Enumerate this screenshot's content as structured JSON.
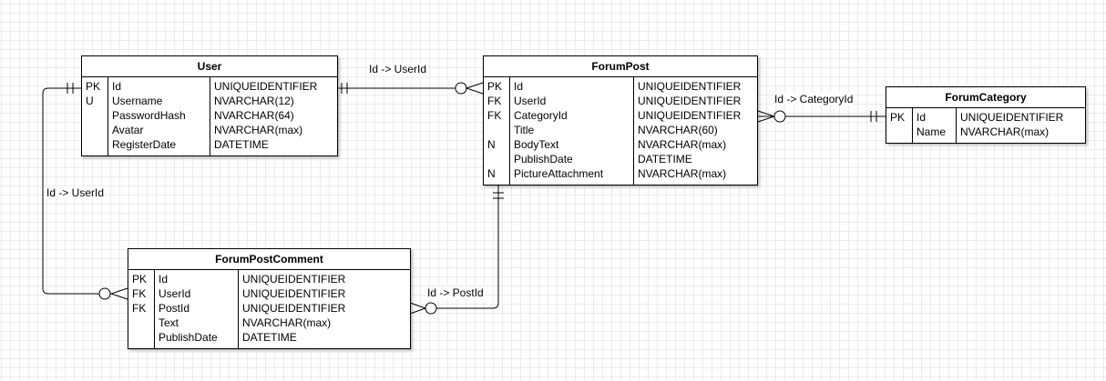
{
  "entities": {
    "user": {
      "title": "User",
      "rows": [
        {
          "key": "PK",
          "name": "Id",
          "type": "UNIQUEIDENTIFIER"
        },
        {
          "key": "U",
          "name": "Username",
          "type": "NVARCHAR(12)"
        },
        {
          "key": "",
          "name": "PasswordHash",
          "type": "NVARCHAR(64)"
        },
        {
          "key": "",
          "name": "Avatar",
          "type": "NVARCHAR(max)"
        },
        {
          "key": "",
          "name": "RegisterDate",
          "type": "DATETIME"
        }
      ]
    },
    "forum_post": {
      "title": "ForumPost",
      "rows": [
        {
          "key": "PK",
          "name": "Id",
          "type": "UNIQUEIDENTIFIER"
        },
        {
          "key": "FK",
          "name": "UserId",
          "type": "UNIQUEIDENTIFIER"
        },
        {
          "key": "FK",
          "name": "CategoryId",
          "type": "UNIQUEIDENTIFIER"
        },
        {
          "key": "",
          "name": "Title",
          "type": "NVARCHAR(60)"
        },
        {
          "key": "N",
          "name": "BodyText",
          "type": "NVARCHAR(max)"
        },
        {
          "key": "",
          "name": "PublishDate",
          "type": "DATETIME"
        },
        {
          "key": "N",
          "name": "PictureAttachment",
          "type": "NVARCHAR(max)"
        }
      ]
    },
    "forum_category": {
      "title": "ForumCategory",
      "rows": [
        {
          "key": "PK",
          "name": "Id",
          "type": "UNIQUEIDENTIFIER"
        },
        {
          "key": "",
          "name": "Name",
          "type": "NVARCHAR(max)"
        }
      ]
    },
    "forum_post_comment": {
      "title": "ForumPostComment",
      "rows": [
        {
          "key": "PK",
          "name": "Id",
          "type": "UNIQUEIDENTIFIER"
        },
        {
          "key": "FK",
          "name": "UserId",
          "type": "UNIQUEIDENTIFIER"
        },
        {
          "key": "FK",
          "name": "PostId",
          "type": "UNIQUEIDENTIFIER"
        },
        {
          "key": "",
          "name": "Text",
          "type": "NVARCHAR(max)"
        },
        {
          "key": "",
          "name": "PublishDate",
          "type": "DATETIME"
        }
      ]
    }
  },
  "relations": {
    "user_post": "Id -> UserId",
    "post_category": "Id -> CategoryId",
    "user_comment": "Id -> UserId",
    "post_comment": "Id -> PostId"
  }
}
